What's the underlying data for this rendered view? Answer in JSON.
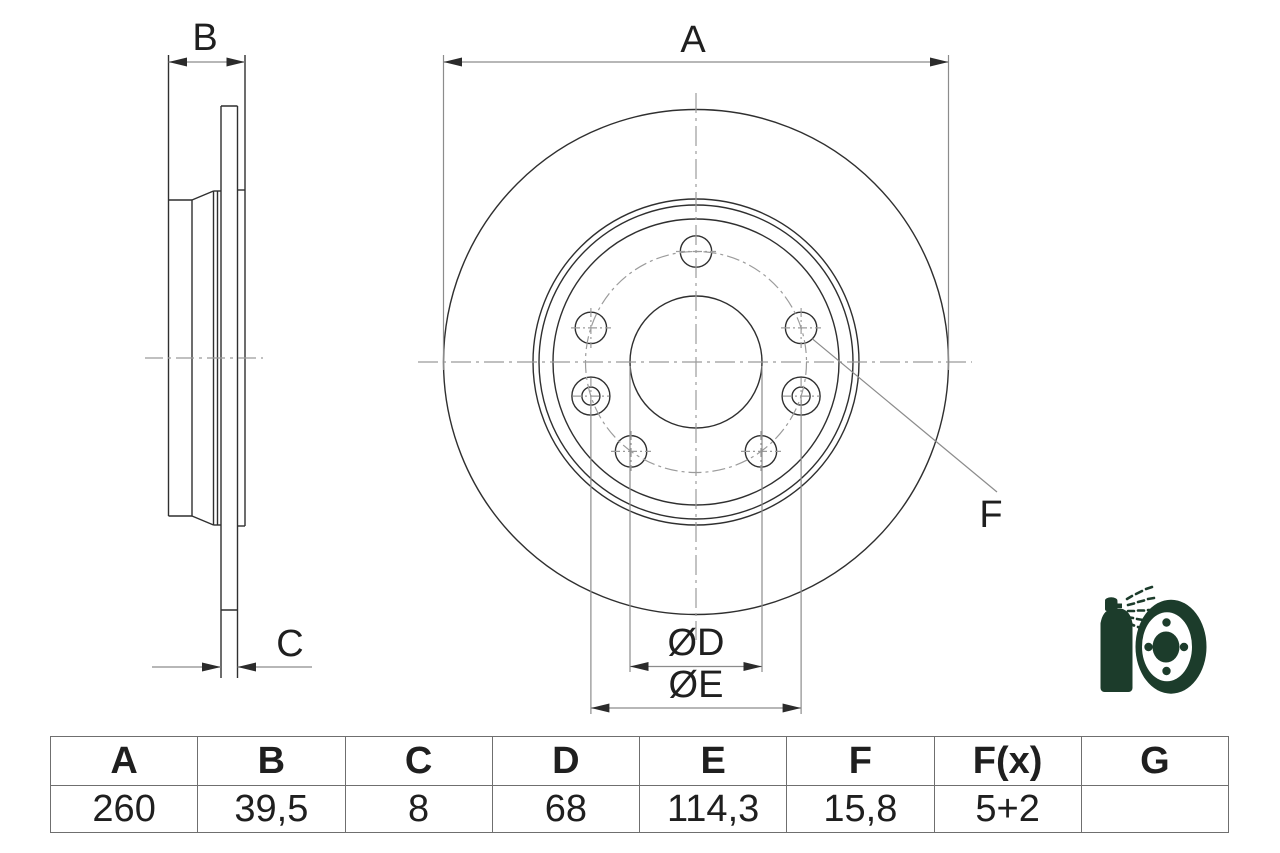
{
  "drawing": {
    "type": "brake-disc-technical-drawing",
    "dimension_labels": {
      "a": "A",
      "b": "B",
      "c": "C",
      "d": "ØD",
      "e": "ØE",
      "f": "F"
    }
  },
  "table": {
    "headers": [
      "A",
      "B",
      "C",
      "D",
      "E",
      "F",
      "F(x)",
      "G"
    ],
    "values": [
      "260",
      "39,5",
      "8",
      "68",
      "114,3",
      "15,8",
      "5+2",
      ""
    ]
  },
  "icon": "coated-disc-spray-icon",
  "colors": {
    "object_line": "#2f2f2f",
    "dimension_line": "#8c8c8c",
    "center_line": "#9b9b9b",
    "arrow": "#2b2b2b",
    "table_border": "#6f6f6f",
    "logo_green": "#1c3c2b",
    "background": "#ffffff"
  }
}
